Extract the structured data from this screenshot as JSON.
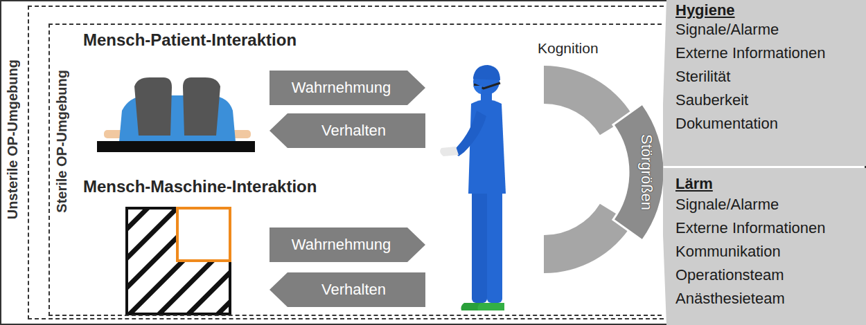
{
  "diagram": {
    "nodes": [
      {
        "text": [
          "Unsterile OP-Umgebung"
        ]
      },
      {
        "text": [
          "Sterile OP-Umgebung"
        ],
        "in": 0
      },
      {
        "text": [
          "Wahrnehmung"
        ],
        "in": 1
      },
      {
        "text": [
          "Verhalten"
        ],
        "in": 1
      },
      {
        "text": [
          "Wahrnehmung"
        ],
        "in": 1
      },
      {
        "text": [
          "Verhalten"
        ],
        "in": 1
      },
      {
        "text": [
          "Störgrößen"
        ],
        "in": 1
      },
      {
        "text": [
          "Hygiene",
          "Signale/Alarme",
          "Externe Informationen",
          "Sterilität",
          "Sauberkeit",
          "Dokumentation"
        ]
      },
      {
        "text": [
          "Lärm",
          "Signale/Alarme",
          "Externe Informationen",
          "Kommunikation",
          "Operationsteam",
          "Anästhesieteam"
        ]
      }
    ],
    "labels": [
      "Mensch-Patient-Interaktion",
      "Mensch-Maschine-Interaktion",
      "Kognition"
    ]
  }
}
